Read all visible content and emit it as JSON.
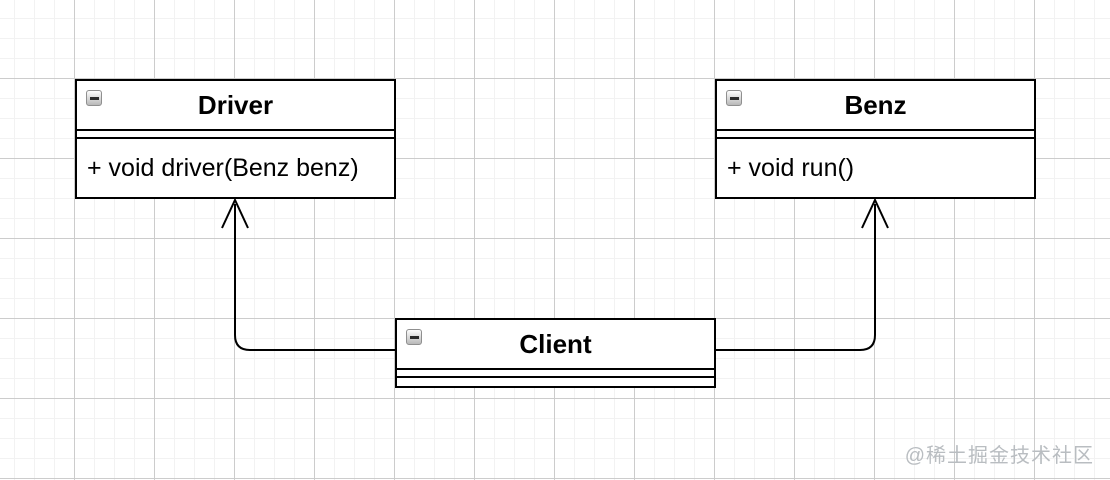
{
  "diagram": {
    "classes": [
      {
        "name": "Driver",
        "methods": [
          "+ void driver(Benz benz)"
        ]
      },
      {
        "name": "Benz",
        "methods": [
          "+ void run()"
        ]
      },
      {
        "name": "Client",
        "methods": []
      }
    ],
    "connectors": [
      {
        "from": "Client",
        "to": "Driver",
        "arrow": "open"
      },
      {
        "from": "Client",
        "to": "Benz",
        "arrow": "open"
      }
    ]
  },
  "icons": {
    "collapse": "minus-icon"
  },
  "watermark": {
    "text": "@稀土掘金技术社区"
  },
  "colors": {
    "line": "#000000",
    "box_background": "#ffffff",
    "grid_minor": "#f2f2f2",
    "grid_major": "#cccccc",
    "watermark": "#b9bdc1"
  }
}
